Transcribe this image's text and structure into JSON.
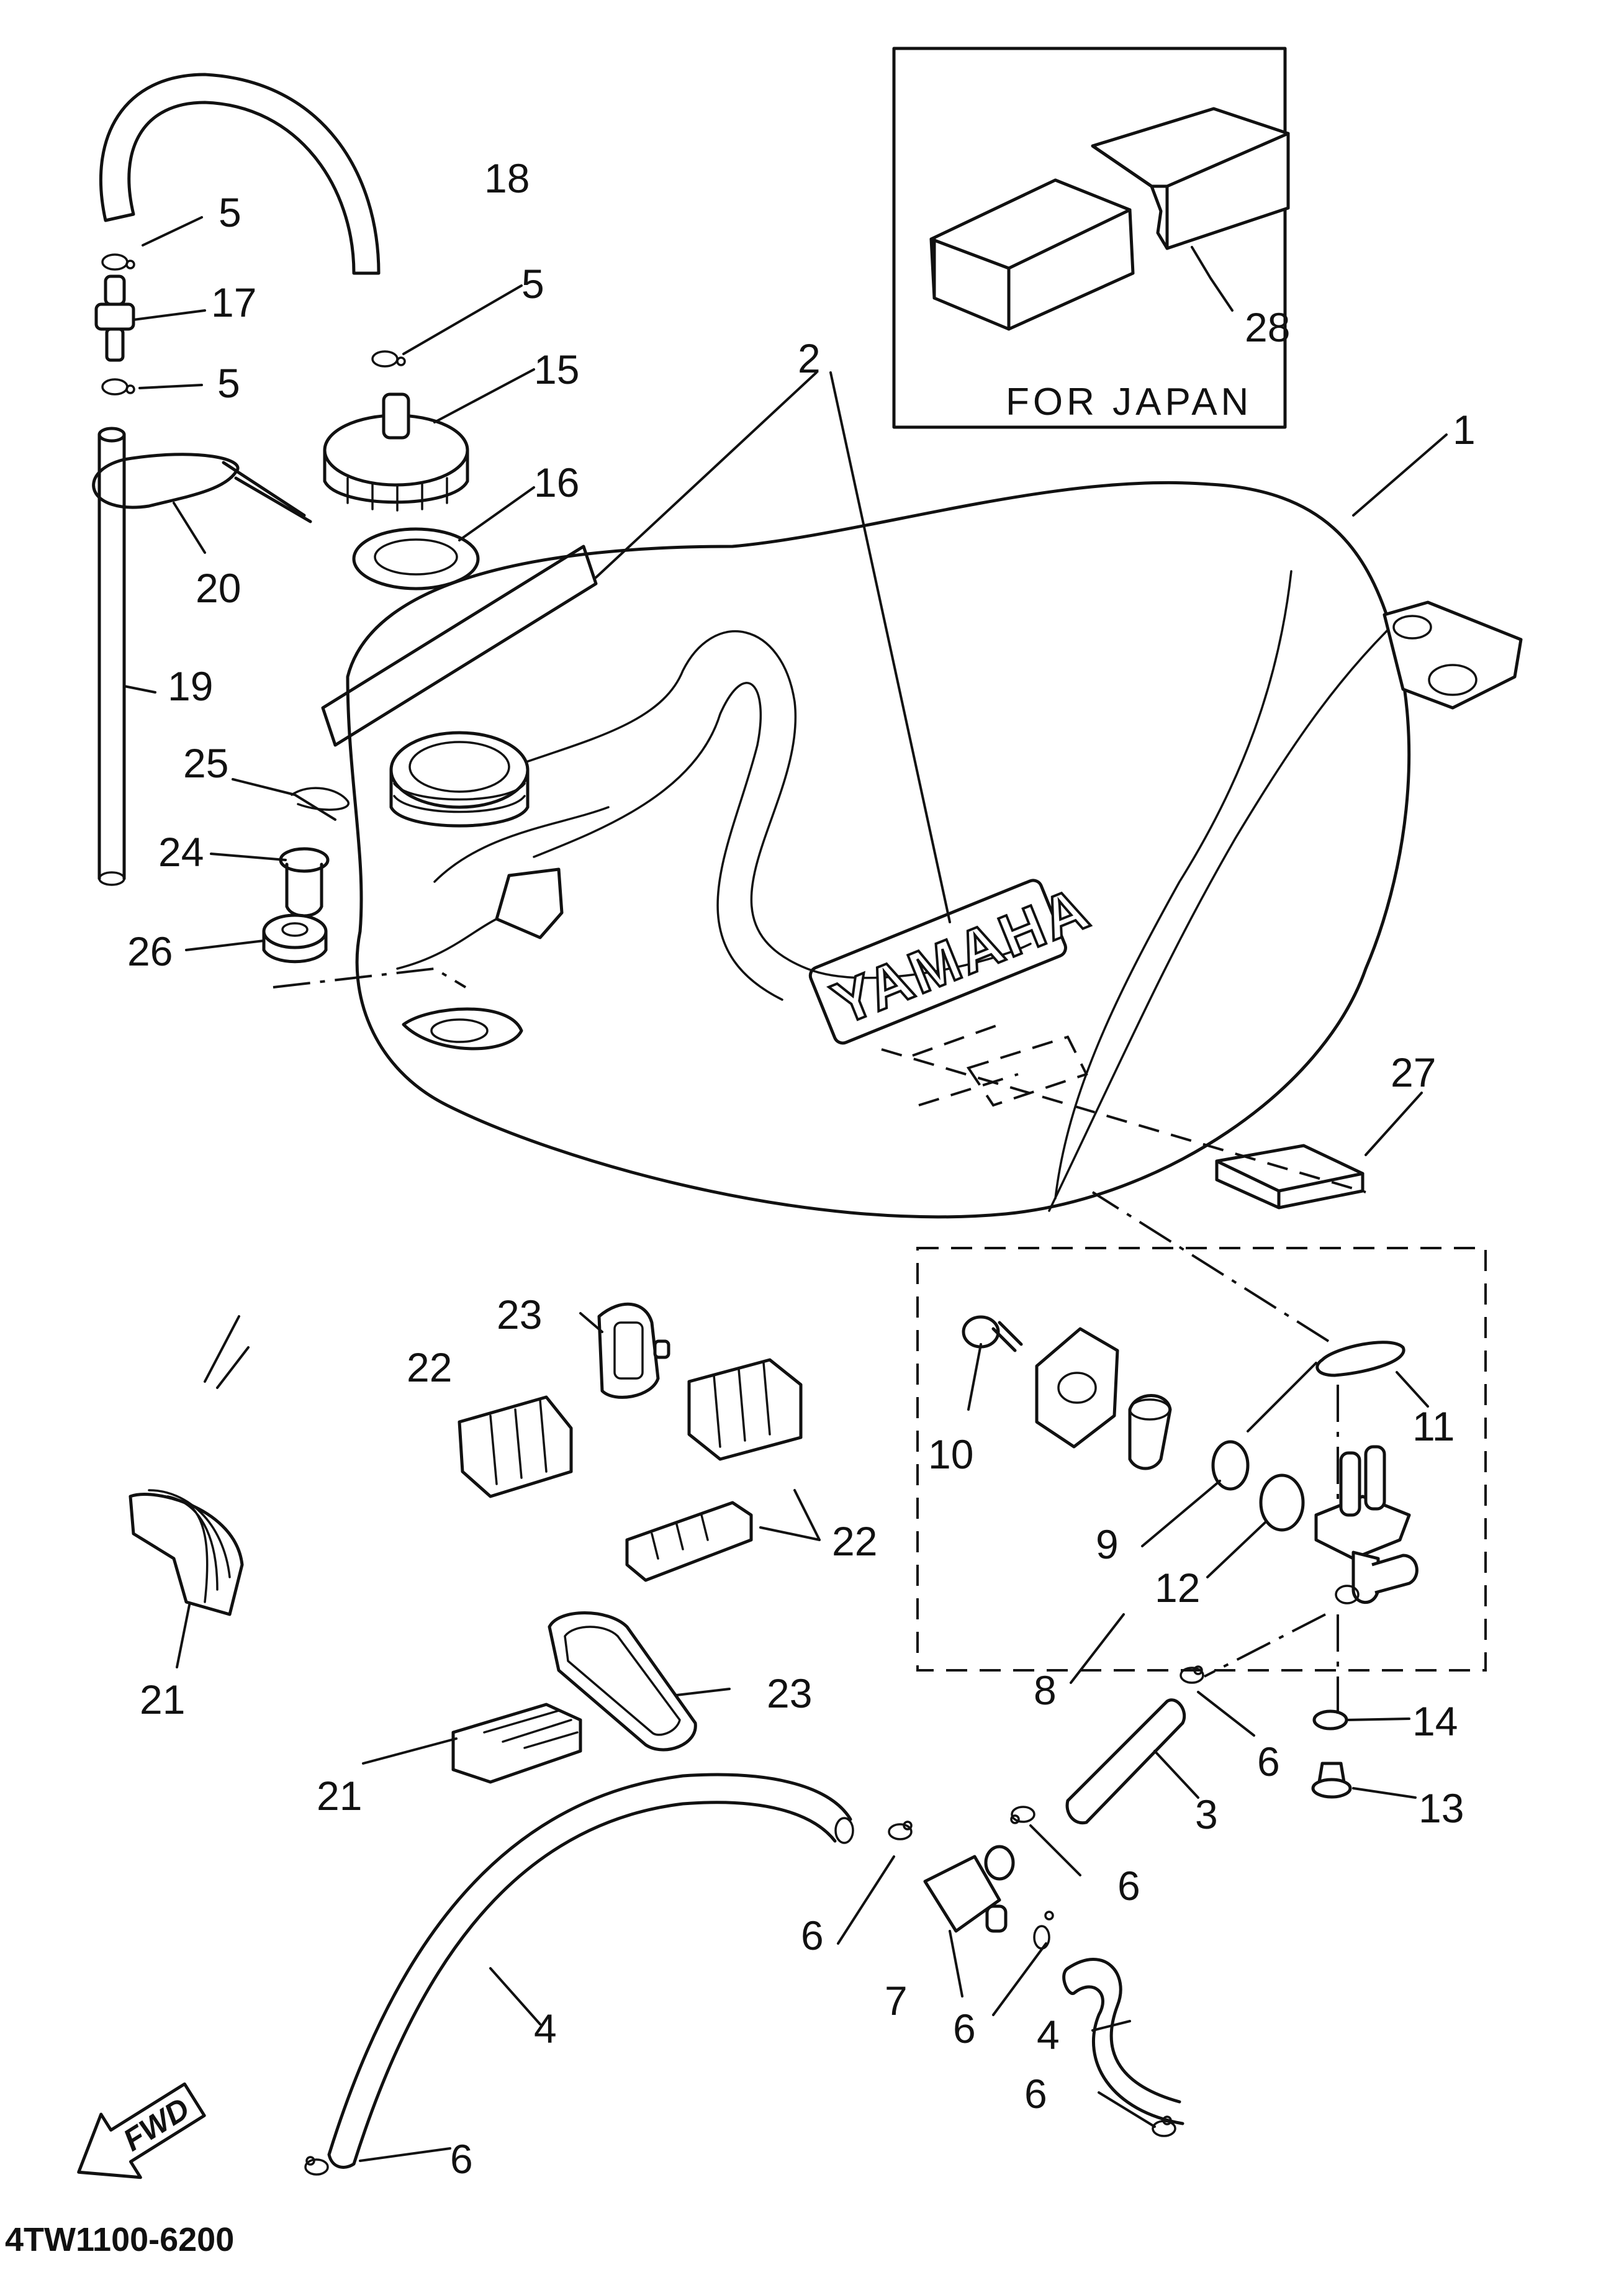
{
  "callouts": {
    "c1": "1",
    "c2": "2",
    "c3": "3",
    "c4a": "4",
    "c4b": "4",
    "c5a": "5",
    "c5b": "5",
    "c5c": "5",
    "c6a": "6",
    "c6b": "6",
    "c6c": "6",
    "c6d": "6",
    "c6e": "6",
    "c6f": "6",
    "c7": "7",
    "c8": "8",
    "c9": "9",
    "c10": "10",
    "c11": "11",
    "c12": "12",
    "c13": "13",
    "c14": "14",
    "c15": "15",
    "c16": "16",
    "c17": "17",
    "c18": "18",
    "c19": "19",
    "c20": "20",
    "c21a": "21",
    "c21b": "21",
    "c22a": "22",
    "c22b": "22",
    "c23a": "23",
    "c23b": "23",
    "c24": "24",
    "c25": "25",
    "c26": "26",
    "c27": "27",
    "c28": "28"
  },
  "inset_label": "FOR JAPAN",
  "tank_emblem": "YAMAHA",
  "direction_arrow": "FWD",
  "diagram_code": "4TW1100-6200"
}
